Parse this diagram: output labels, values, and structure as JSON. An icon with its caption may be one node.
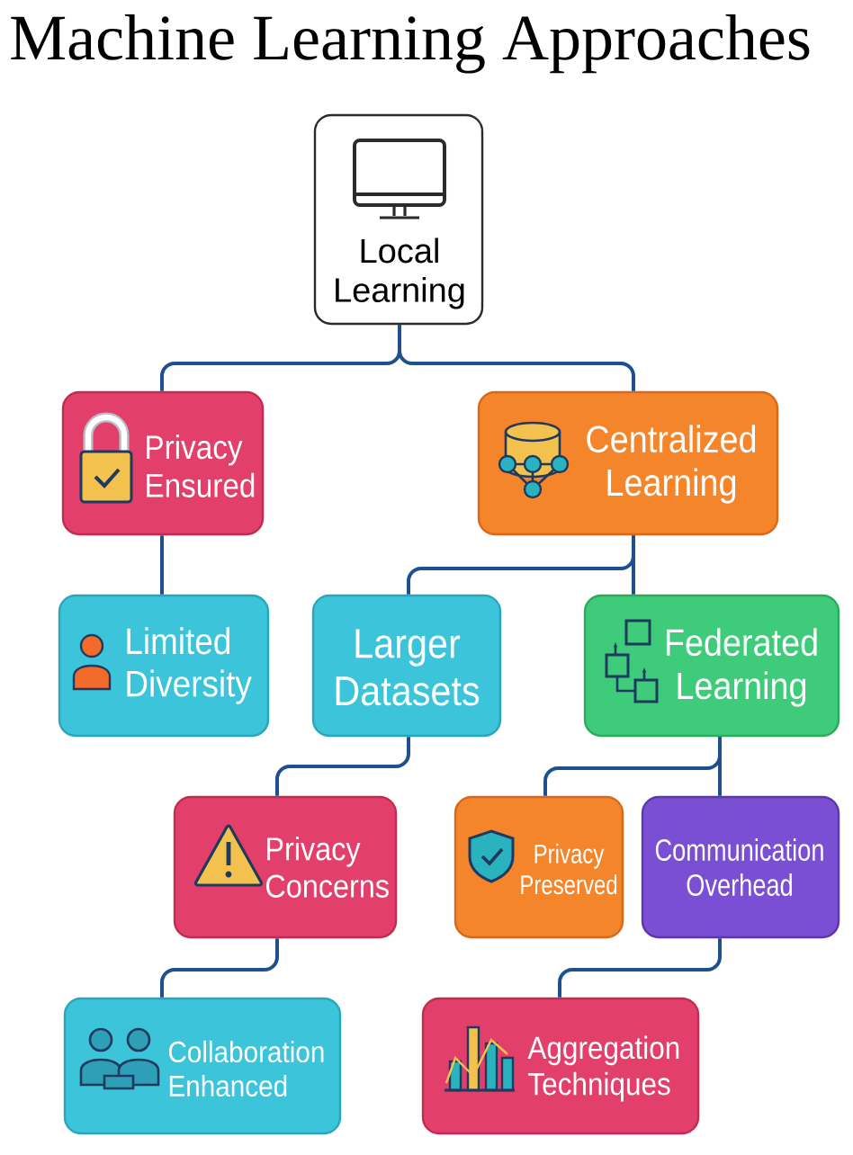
{
  "diagram": {
    "title": "Machine Learning Approaches",
    "nodes": [
      {
        "text": [
          "Local Learning"
        ]
      },
      {
        "text": [
          "Privacy Ensured"
        ]
      },
      {
        "text": [
          "Centralized Learning"
        ]
      },
      {
        "text": [
          "Limited Diversity"
        ]
      },
      {
        "text": [
          "Larger Datasets"
        ]
      },
      {
        "text": [
          "Federated Learning"
        ]
      },
      {
        "text": [
          "Privacy Concerns"
        ]
      },
      {
        "text": [
          "Privacy Preserved"
        ]
      },
      {
        "text": [
          "Communication Overhead"
        ]
      },
      {
        "text": [
          "Collaboration Enhanced"
        ]
      },
      {
        "text": [
          "Aggregation Techniques"
        ]
      }
    ],
    "edges": [
      {
        "from": 0,
        "to": 1,
        "arrow": "none"
      },
      {
        "from": 0,
        "to": 2,
        "arrow": "none"
      },
      {
        "from": 1,
        "to": 3,
        "arrow": "none"
      },
      {
        "from": 2,
        "to": 4,
        "arrow": "none"
      },
      {
        "from": 2,
        "to": 5,
        "arrow": "none"
      },
      {
        "from": 4,
        "to": 6,
        "arrow": "none"
      },
      {
        "from": 5,
        "to": 7,
        "arrow": "none"
      },
      {
        "from": 5,
        "to": 8,
        "arrow": "none"
      },
      {
        "from": 6,
        "to": 9,
        "arrow": "none"
      },
      {
        "from": 8,
        "to": 10,
        "arrow": "none"
      }
    ]
  }
}
